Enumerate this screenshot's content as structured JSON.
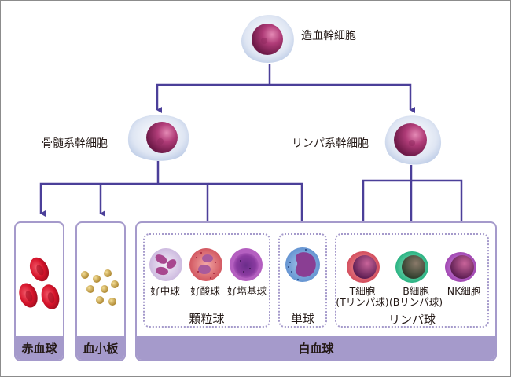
{
  "title": "造血幹細胞 differentiation diagram",
  "colors": {
    "line": "#4b3f99",
    "panel": "#a59acb",
    "stem_nucleus": "#b03c78",
    "rbc": "#d6142b",
    "platelet": "#c8a44a"
  },
  "nodes": {
    "root": "造血幹細胞",
    "myeloid": "骨髄系幹細胞",
    "lymphoid": "リンパ系幹細胞"
  },
  "panels": {
    "rbc": "赤血球",
    "platelet": "血小板",
    "wbc": "白血球"
  },
  "groups": {
    "granulocyte": {
      "label": "顆粒球",
      "cells": [
        "好中球",
        "好酸球",
        "好塩基球"
      ]
    },
    "monocyte": {
      "label": "単球"
    },
    "lymphocyte": {
      "label": "リンパ球",
      "cells": [
        {
          "name": "T細胞",
          "alias": "(Tリンパ球)"
        },
        {
          "name": "B細胞",
          "alias": "(Bリンパ球)"
        },
        {
          "name": "NK細胞",
          "alias": ""
        }
      ]
    }
  }
}
